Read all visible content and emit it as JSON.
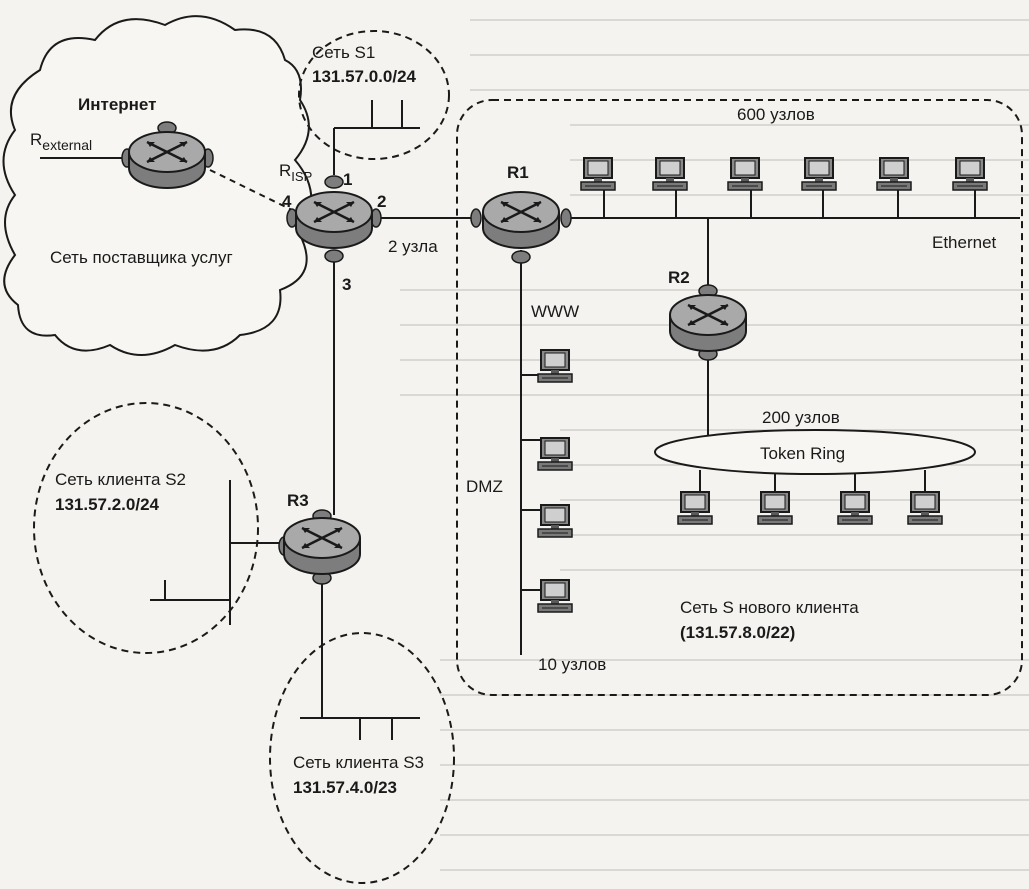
{
  "labels": {
    "internet": "Интернет",
    "r_external_main": "R",
    "r_external_sub": "external",
    "r_isp_main": "R",
    "r_isp_sub": "ISP",
    "isp_network": "Сеть поставщика услуг",
    "port_1": "1",
    "port_2": "2",
    "port_3": "3",
    "port_4": "4",
    "link_hosts": "2 узла",
    "s1_name": "Сеть S1",
    "s1_addr": "131.57.0.0/24",
    "r1": "R1",
    "r2": "R2",
    "r3": "R3",
    "hosts_600": "600 узлов",
    "ethernet": "Ethernet",
    "hosts_200": "200 узлов",
    "token_ring": "Token Ring",
    "www": "WWW",
    "dmz": "DMZ",
    "hosts_10": "10 узлов",
    "new_client_name": "Сеть S нового клиента",
    "new_client_addr": "(131.57.8.0/22)",
    "s2_name": "Сеть клиента S2",
    "s2_addr": "131.57.2.0/24",
    "s3_name": "Сеть клиента S3",
    "s3_addr": "131.57.4.0/23"
  },
  "icons": {
    "router": "router-icon",
    "computer": "computer-icon",
    "cloud": "cloud-icon"
  },
  "colors": {
    "router_body": "#8f8f8f",
    "router_top": "#bdbdbd",
    "ink": "#1a1a1a",
    "page": "#f4f3ef"
  }
}
